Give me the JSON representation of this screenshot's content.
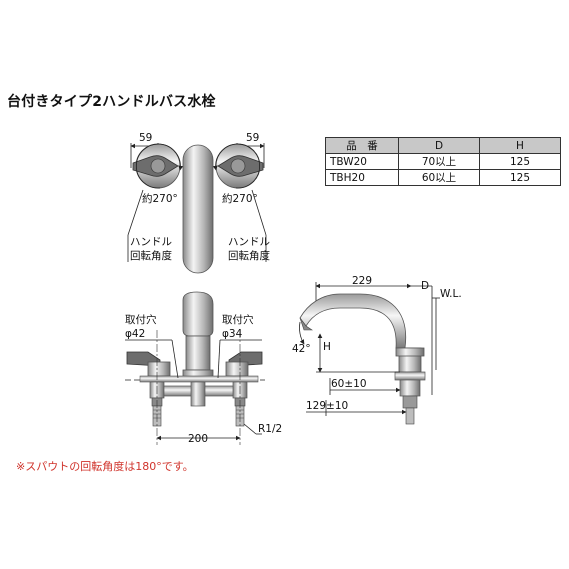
{
  "title": "台付きタイプ2ハンドルバス水栓",
  "note": "※スパウトの回転角度は180°です。",
  "table": {
    "headers": [
      "品　番",
      "D",
      "H"
    ],
    "rows": [
      [
        "TBW20",
        "70以上",
        "125"
      ],
      [
        "TBH20",
        "60以上",
        "125"
      ]
    ]
  },
  "top_view": {
    "dim_left": "59",
    "dim_right": "59",
    "angle_left": "約270°",
    "angle_right": "約270°",
    "label_left_line1": "ハンドル",
    "label_left_line2": "回転角度",
    "label_right_line1": "ハンドル",
    "label_right_line2": "回転角度"
  },
  "front_view": {
    "hole_left_line1": "取付穴",
    "hole_left_line2": "φ42",
    "hole_right_line1": "取付穴",
    "hole_right_line2": "φ34",
    "pitch": "200",
    "thread": "R1/2"
  },
  "side_view": {
    "reach": "229",
    "d_label": "D",
    "wl_label": "W.L.",
    "angle": "42°",
    "h_label": "H",
    "dim_60": "60±10",
    "dim_129": "129±10"
  }
}
